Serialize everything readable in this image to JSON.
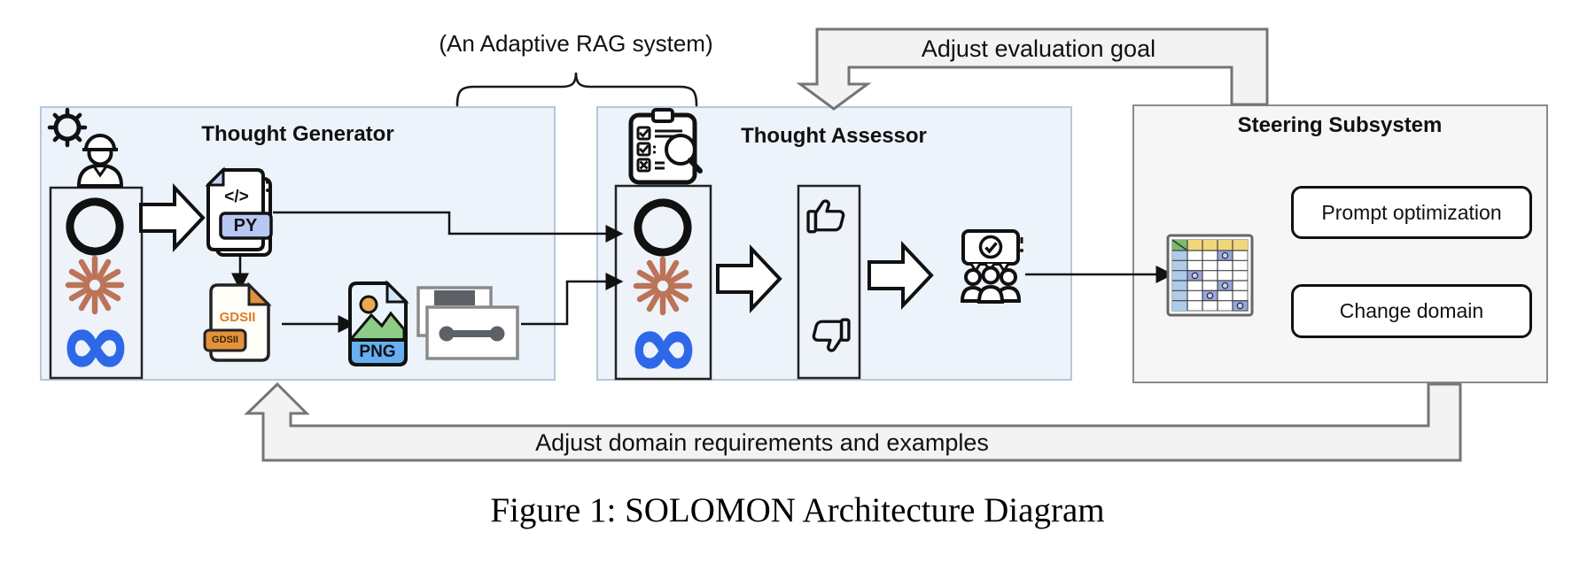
{
  "figure": {
    "caption": "Figure 1: SOLOMON Architecture Diagram"
  },
  "annotations": {
    "rag_note": "(An Adaptive RAG system)",
    "adjust_evaluation_goal": "Adjust evaluation goal",
    "adjust_domain_requirements": "Adjust domain requirements and examples"
  },
  "thought_generator": {
    "title": "Thought Generator",
    "operator_icon": "engineer-with-gear",
    "llm_icons": [
      "openai-logo",
      "anthropic-claude-logo",
      "meta-llama-logo"
    ],
    "py_file": {
      "code_glyph": "</>",
      "label": "PY"
    },
    "gdsii_file": {
      "name": "GDSII",
      "badge": "GDSII"
    },
    "png_file": {
      "label": "PNG"
    },
    "layout_images_icon": "stacked-layout-images"
  },
  "thought_assessor": {
    "title": "Thought Assessor",
    "header_icon": "checklist-magnifier",
    "llm_icons": [
      "openai-logo",
      "anthropic-claude-logo",
      "meta-llama-logo"
    ],
    "feedback_icons": [
      "thumbs-up",
      "thumbs-down"
    ],
    "review_icon": "committee-approval-bubble"
  },
  "steering_subsystem": {
    "title": "Steering Subsystem",
    "spreadsheet_icon": "domain-knowledge-table",
    "buttons": [
      {
        "label": "Prompt optimization"
      },
      {
        "label": "Change domain"
      }
    ]
  },
  "icons": {
    "meta_glyph": "∞"
  },
  "colors": {
    "subsystem_box_fill": "#edf3fa",
    "subsystem_box_border": "#b7c7da",
    "steering_box_fill": "#f6f6f6",
    "steering_box_border": "#8a8a8a",
    "feedback_arrow_fill": "#f3f3f3",
    "feedback_arrow_stroke": "#757575",
    "py_badge": "#b9c7f5",
    "gdsii_orange": "#e2923c",
    "png_banner_blue": "#66aff1",
    "claude_terracotta": "#bc7458",
    "meta_blue": "#2e68e9",
    "grid_header_yellow": "#f1d77c",
    "grid_column_blue": "#aecbe9",
    "grid_corner_green": "#7cb96d",
    "grid_cell_purple": "#98a7e2"
  }
}
